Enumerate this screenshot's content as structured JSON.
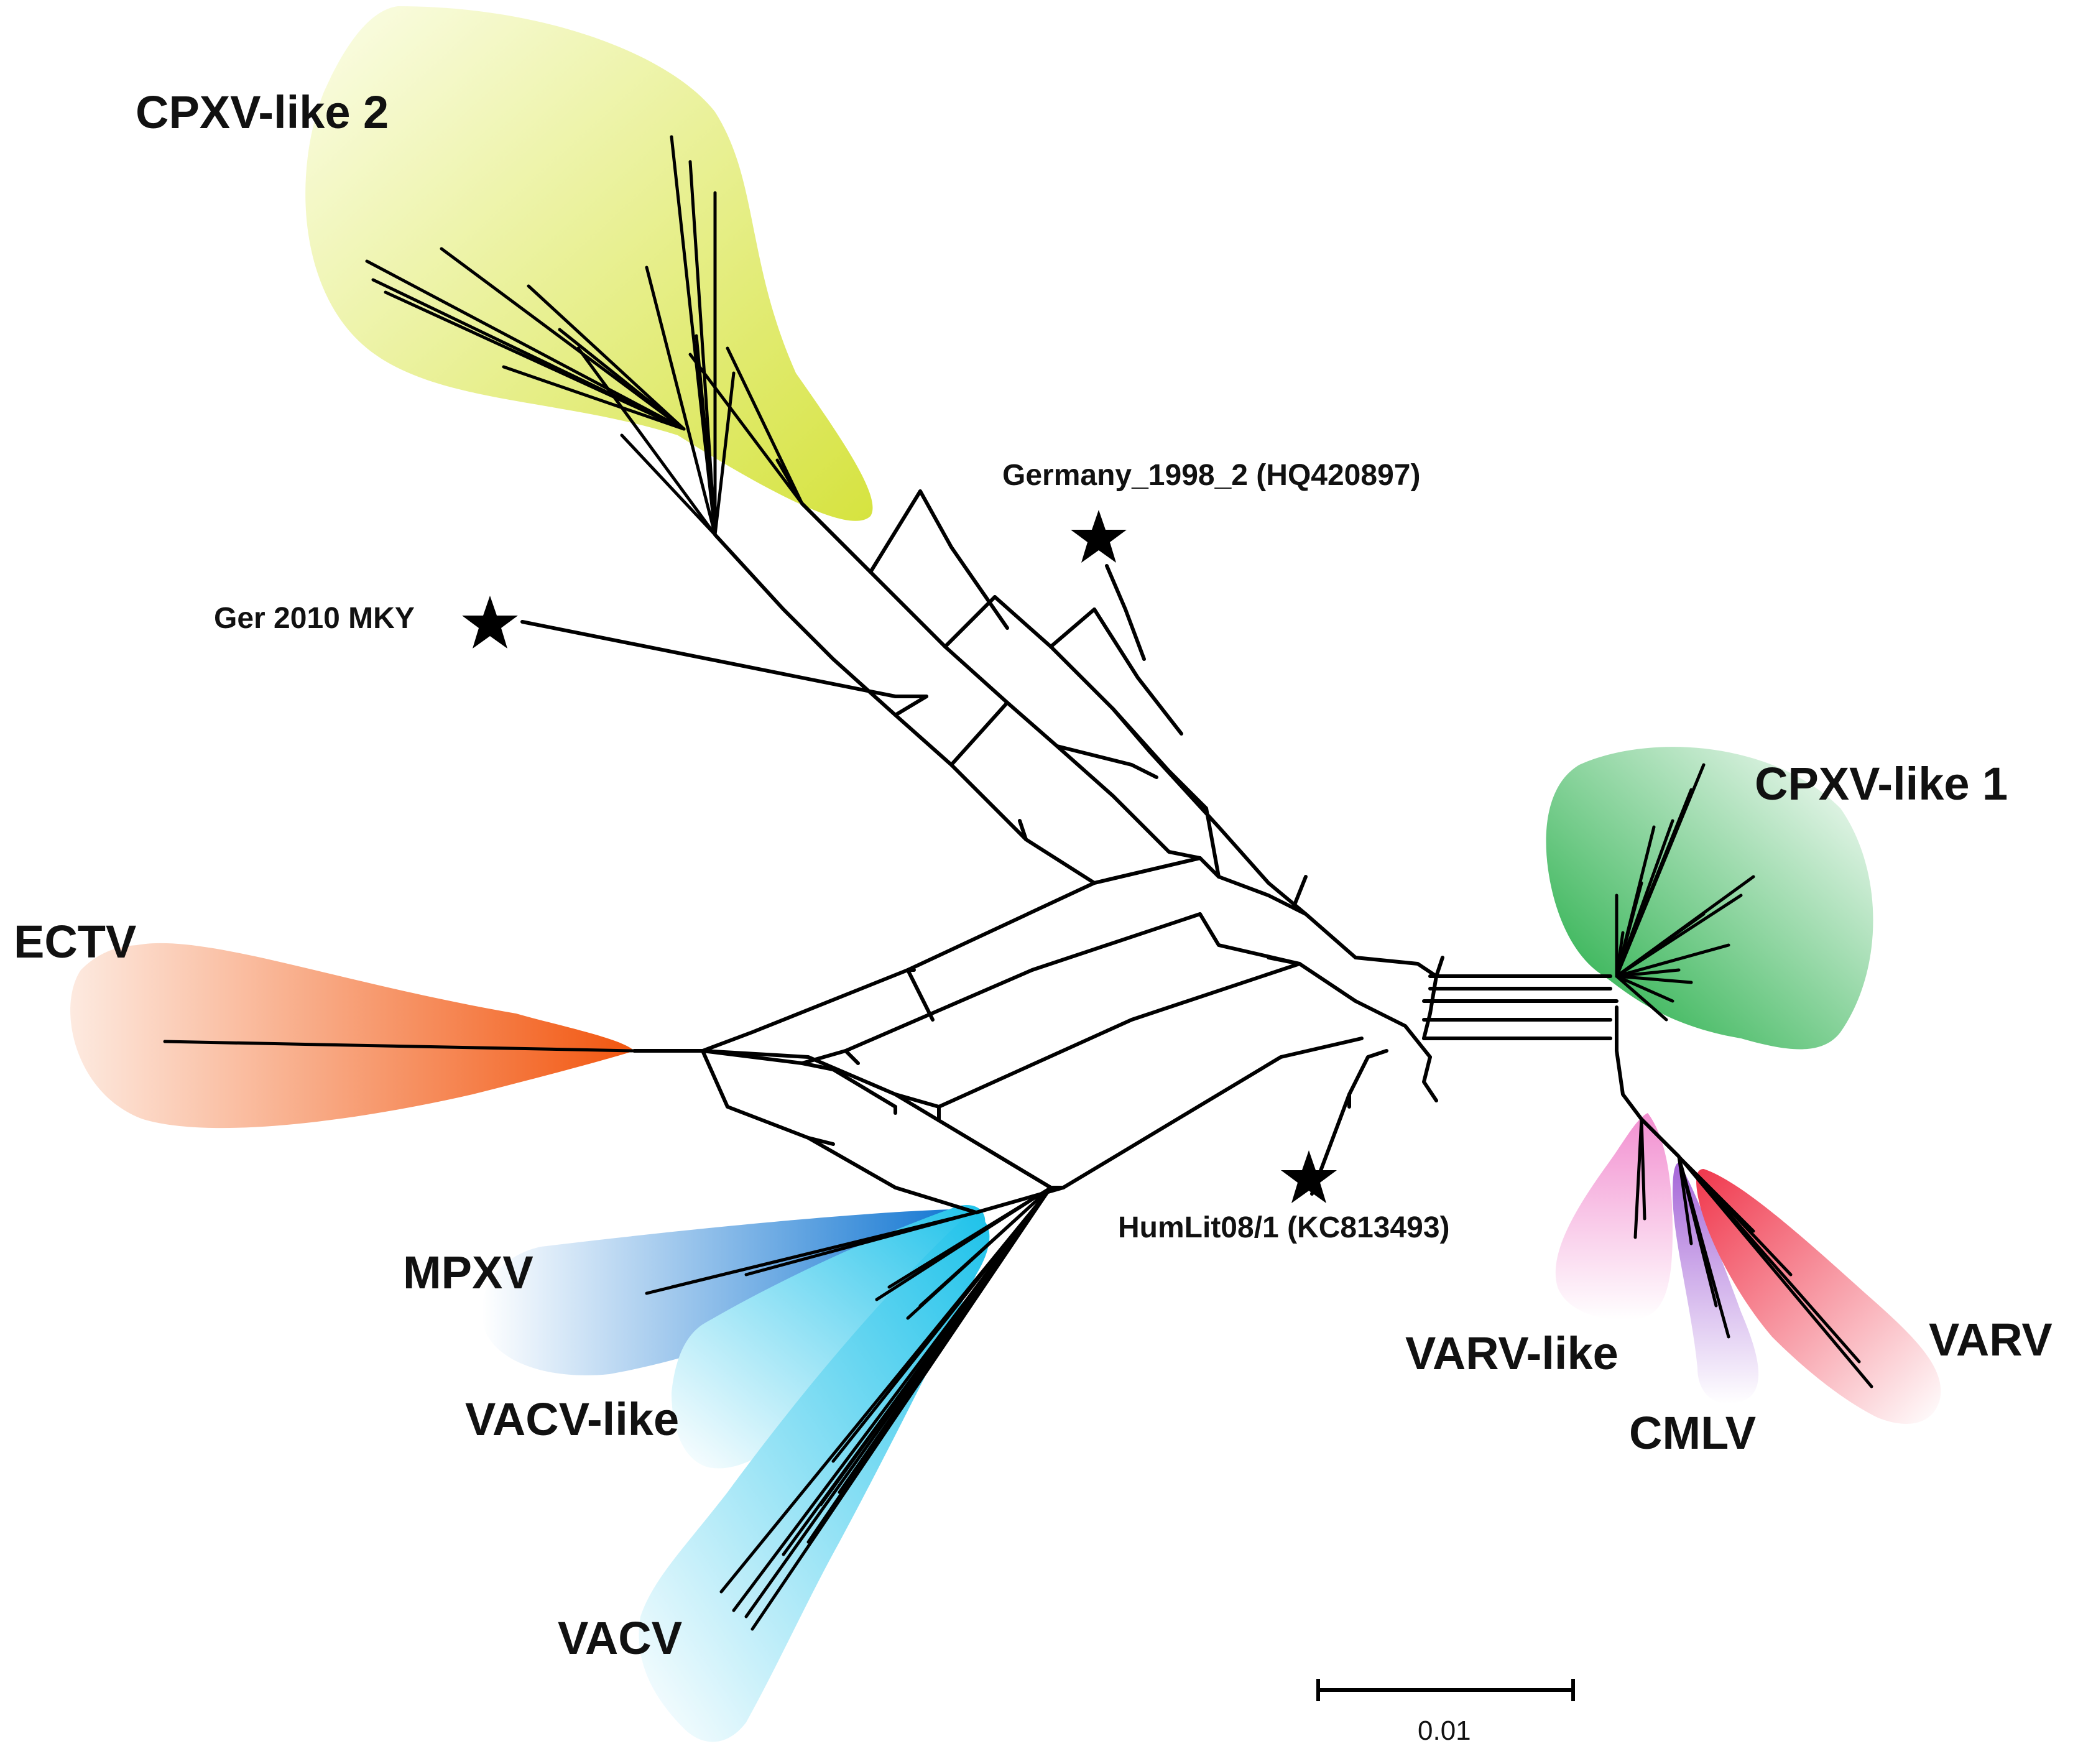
{
  "clades": [
    {
      "id": "cpxv2",
      "label": "CPXV-like 2",
      "color": "#d4e04a"
    },
    {
      "id": "cpxv1",
      "label": "CPXV-like 1",
      "color": "#1fae3e"
    },
    {
      "id": "ectv",
      "label": "ECTV",
      "color": "#f2561a"
    },
    {
      "id": "mpxv",
      "label": "MPXV",
      "color": "#1a7fd6"
    },
    {
      "id": "vacvlike",
      "label": "VACV-like",
      "color": "#22c4e8"
    },
    {
      "id": "vacv",
      "label": "VACV",
      "color": "#22c4e8"
    },
    {
      "id": "varvlike",
      "label": "VARV-like",
      "color": "#f07ac8"
    },
    {
      "id": "cmlv",
      "label": "CMLV",
      "color": "#a86ad6"
    },
    {
      "id": "varv",
      "label": "VARV",
      "color": "#f03a4e"
    }
  ],
  "highlighted_taxa": [
    {
      "label": "Germany_1998_2 (HQ420897)",
      "marker": "star"
    },
    {
      "label": "Ger 2010 MKY",
      "marker": "star"
    },
    {
      "label": "HumLit08/1 (KC813493)",
      "marker": "star"
    }
  ],
  "scale_bar": {
    "label": "0.01"
  }
}
